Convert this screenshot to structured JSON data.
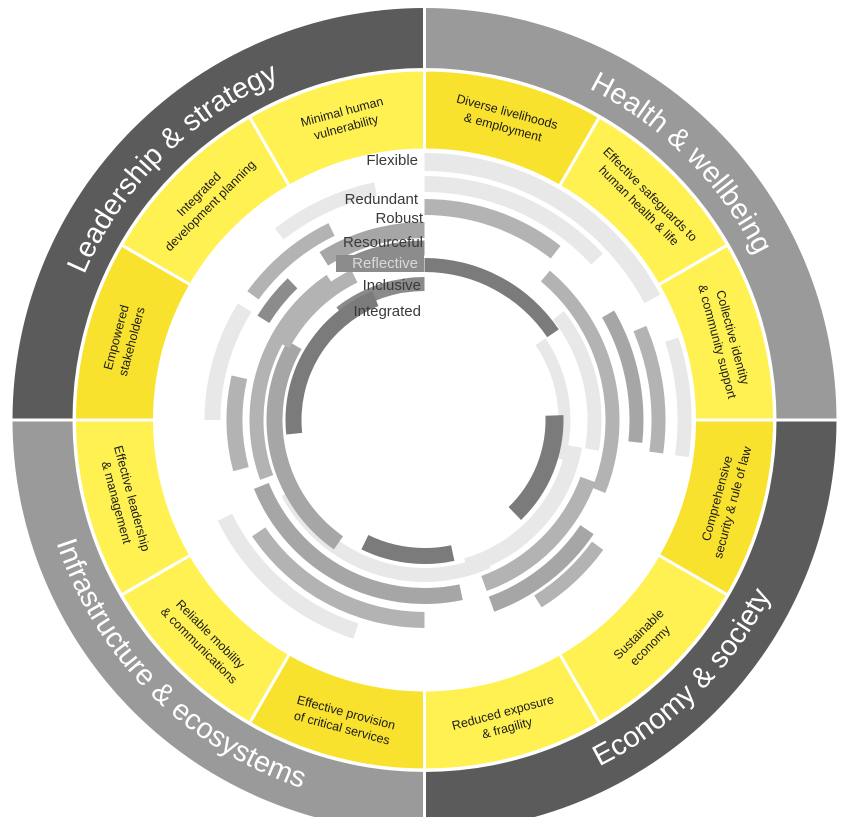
{
  "colors": {
    "dark_gray": "#5b5b5b",
    "mid_gray": "#9a9a9a",
    "light_gray": "#e6e6e6",
    "yellow_light": "#fff152",
    "yellow_dark": "#f9e22e",
    "divider": "#ffffff",
    "qualities": {
      "Flexible": "#e8e8e8",
      "Redundant": "#e8e8e8",
      "Robust": "#b3b3b3",
      "Resourceful": "#a6a6a6",
      "Reflective": "#8c8c8c",
      "Inclusive": "#7b7b7b",
      "Integrated": "#8a8a8a"
    }
  },
  "dimensions": [
    {
      "label": "Leadership & strategy",
      "shade": "dark"
    },
    {
      "label": "Health & wellbeing",
      "shade": "mid"
    },
    {
      "label": "Economy & society",
      "shade": "dark"
    },
    {
      "label": "Infrastructure & ecosystems",
      "shade": "mid"
    }
  ],
  "goals": [
    {
      "lines": [
        "Integrated",
        "development planning"
      ],
      "shade": "light"
    },
    {
      "lines": [
        "Minimal human",
        "vulnerability"
      ],
      "shade": "light"
    },
    {
      "lines": [
        "Diverse livelihoods",
        "& employment"
      ],
      "shade": "dark"
    },
    {
      "lines": [
        "Effective safeguards to",
        "human health & life"
      ],
      "shade": "light"
    },
    {
      "lines": [
        "Collective identity",
        "& community support"
      ],
      "shade": "light"
    },
    {
      "lines": [
        "Comprehensive",
        "security & rule of law"
      ],
      "shade": "dark"
    },
    {
      "lines": [
        "Sustainable",
        "economy"
      ],
      "shade": "light"
    },
    {
      "lines": [
        "Reduced exposure",
        "& fragility"
      ],
      "shade": "light"
    },
    {
      "lines": [
        "Effective provision",
        "of critical services"
      ],
      "shade": "dark"
    },
    {
      "lines": [
        "Reliable mobility",
        "& communications"
      ],
      "shade": "light"
    },
    {
      "lines": [
        "Effective leadership",
        "& management"
      ],
      "shade": "light"
    },
    {
      "lines": [
        "Empowered",
        "stakeholders"
      ],
      "shade": "dark"
    }
  ],
  "qualities": [
    {
      "label": "Flexible"
    },
    {
      "label": "Redundant"
    },
    {
      "label": "Robust"
    },
    {
      "label": "Resourceful"
    },
    {
      "label": "Reflective"
    },
    {
      "label": "Inclusive"
    },
    {
      "label": "Integrated"
    }
  ]
}
